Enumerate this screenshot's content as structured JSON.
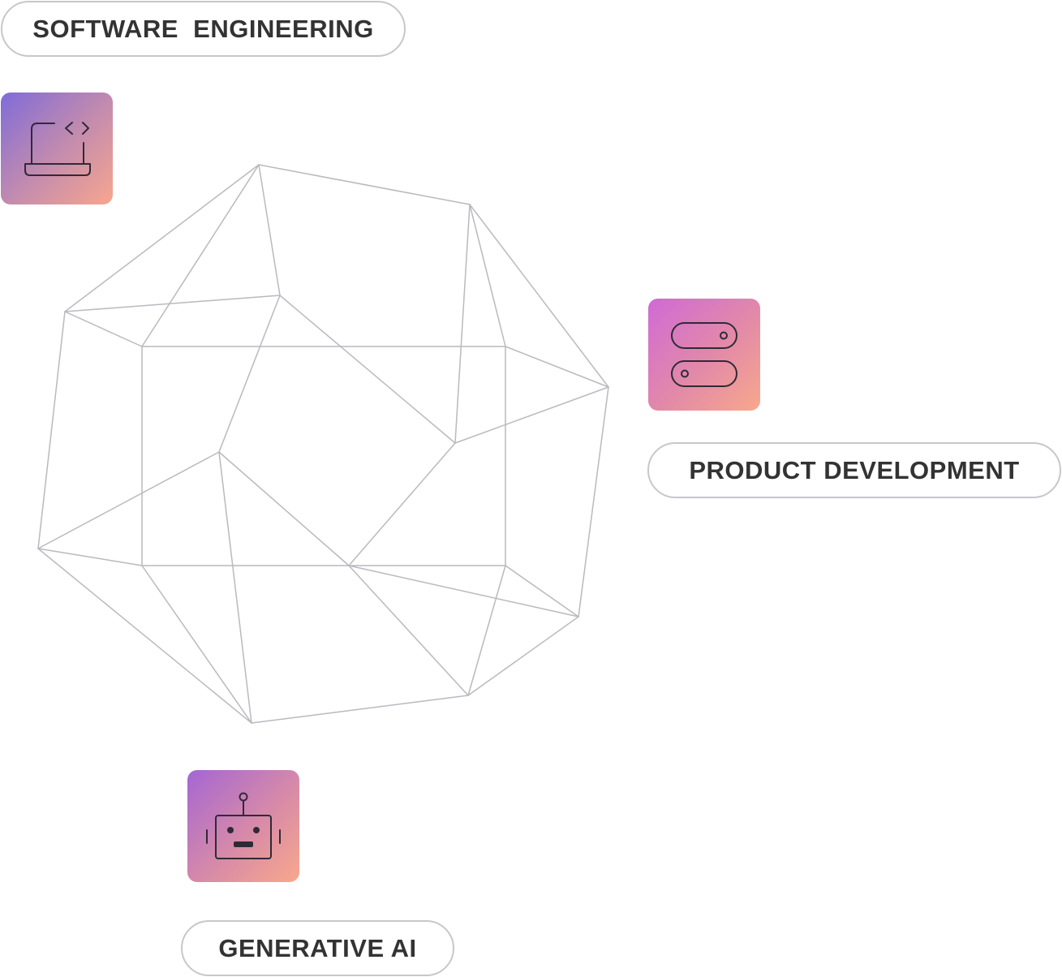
{
  "nodes": {
    "software": {
      "label": "SOFTWARE  ENGINEERING",
      "icon": "laptop-code-icon"
    },
    "product": {
      "label": "PRODUCT DEVELOPMENT",
      "icon": "toggle-switches-icon"
    },
    "genai": {
      "label": "GENERATIVE AI",
      "icon": "robot-icon"
    }
  },
  "colors": {
    "wireframe_stroke": "#b9b9c0",
    "pill_border": "#c7c7cc",
    "label_text": "#333333",
    "icon_stroke": "#2f2b36",
    "gradient_purple": "#7f6bd9",
    "gradient_magenta": "#cf6ad6",
    "gradient_peach": "#f8a68e"
  }
}
